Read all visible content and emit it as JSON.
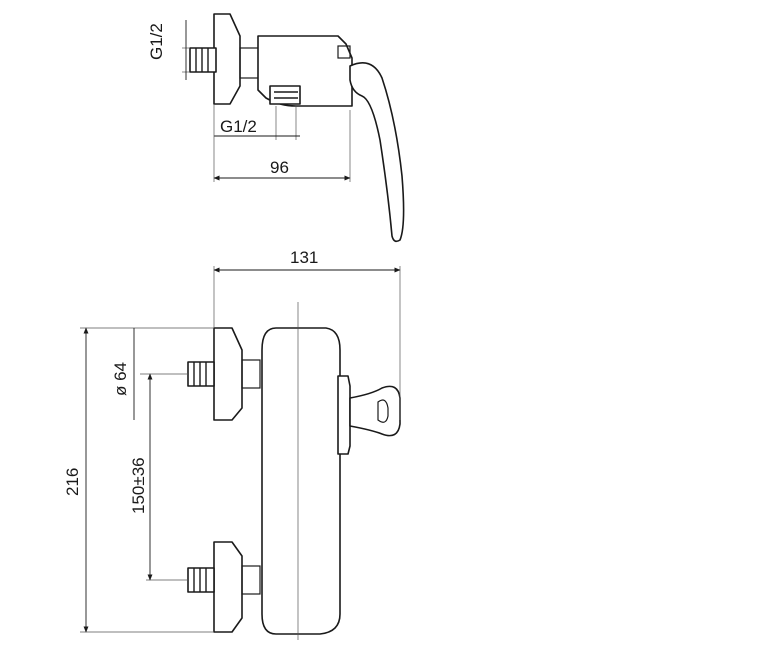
{
  "labels": {
    "side_top_thread": "G1/2",
    "side_bottom_thread": "G1/2",
    "side_depth": "96",
    "front_width": "131",
    "front_height": "216",
    "front_diameter": "ø 64",
    "front_center_distance": "150±36"
  },
  "colors": {
    "line": "#1a1a1a",
    "background": "#ffffff"
  }
}
